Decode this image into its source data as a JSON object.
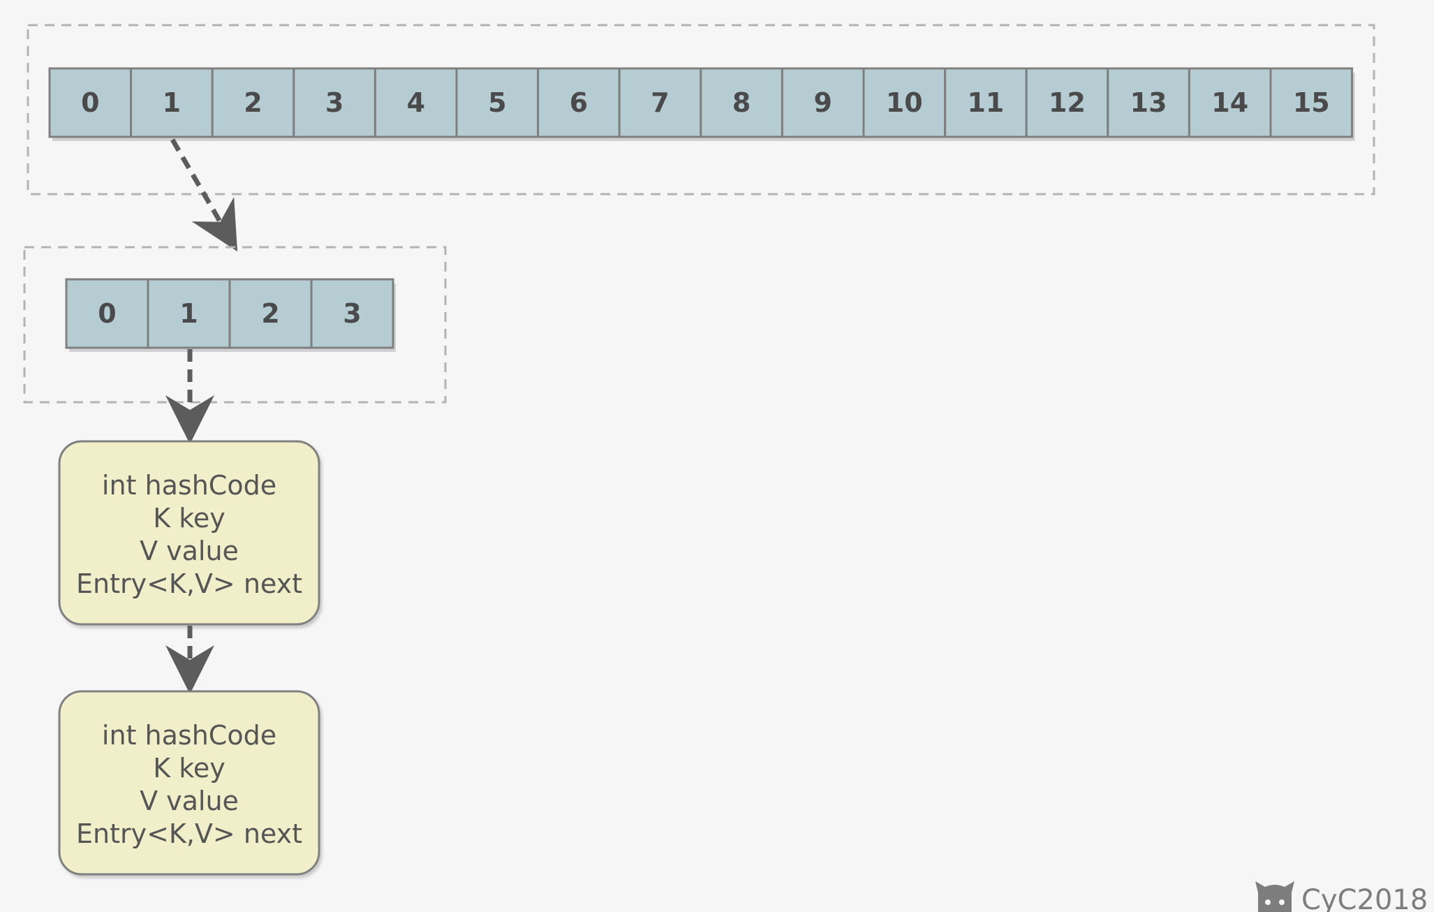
{
  "segments": {
    "labels": [
      "0",
      "1",
      "2",
      "3",
      "4",
      "5",
      "6",
      "7",
      "8",
      "9",
      "10",
      "11",
      "12",
      "13",
      "14",
      "15"
    ]
  },
  "table": {
    "labels": [
      "0",
      "1",
      "2",
      "3"
    ]
  },
  "entries": [
    {
      "lines": [
        "int hashCode",
        "K key",
        "V value",
        "Entry<K,V> next"
      ]
    },
    {
      "lines": [
        "int hashCode",
        "K key",
        "V value",
        "Entry<K,V> next"
      ]
    }
  ],
  "watermark": {
    "text": "CyC2018",
    "icon": "github-octocat-icon"
  },
  "colors": {
    "cell_fill": "#b4ccd2",
    "cell_stroke": "#7f7f7f",
    "entry_fill": "#f0efc9",
    "entry_stroke": "#808080",
    "dashed_stroke": "#b3b3b3",
    "arrow": "#5c5c5c",
    "background": "#f6f6f6"
  }
}
